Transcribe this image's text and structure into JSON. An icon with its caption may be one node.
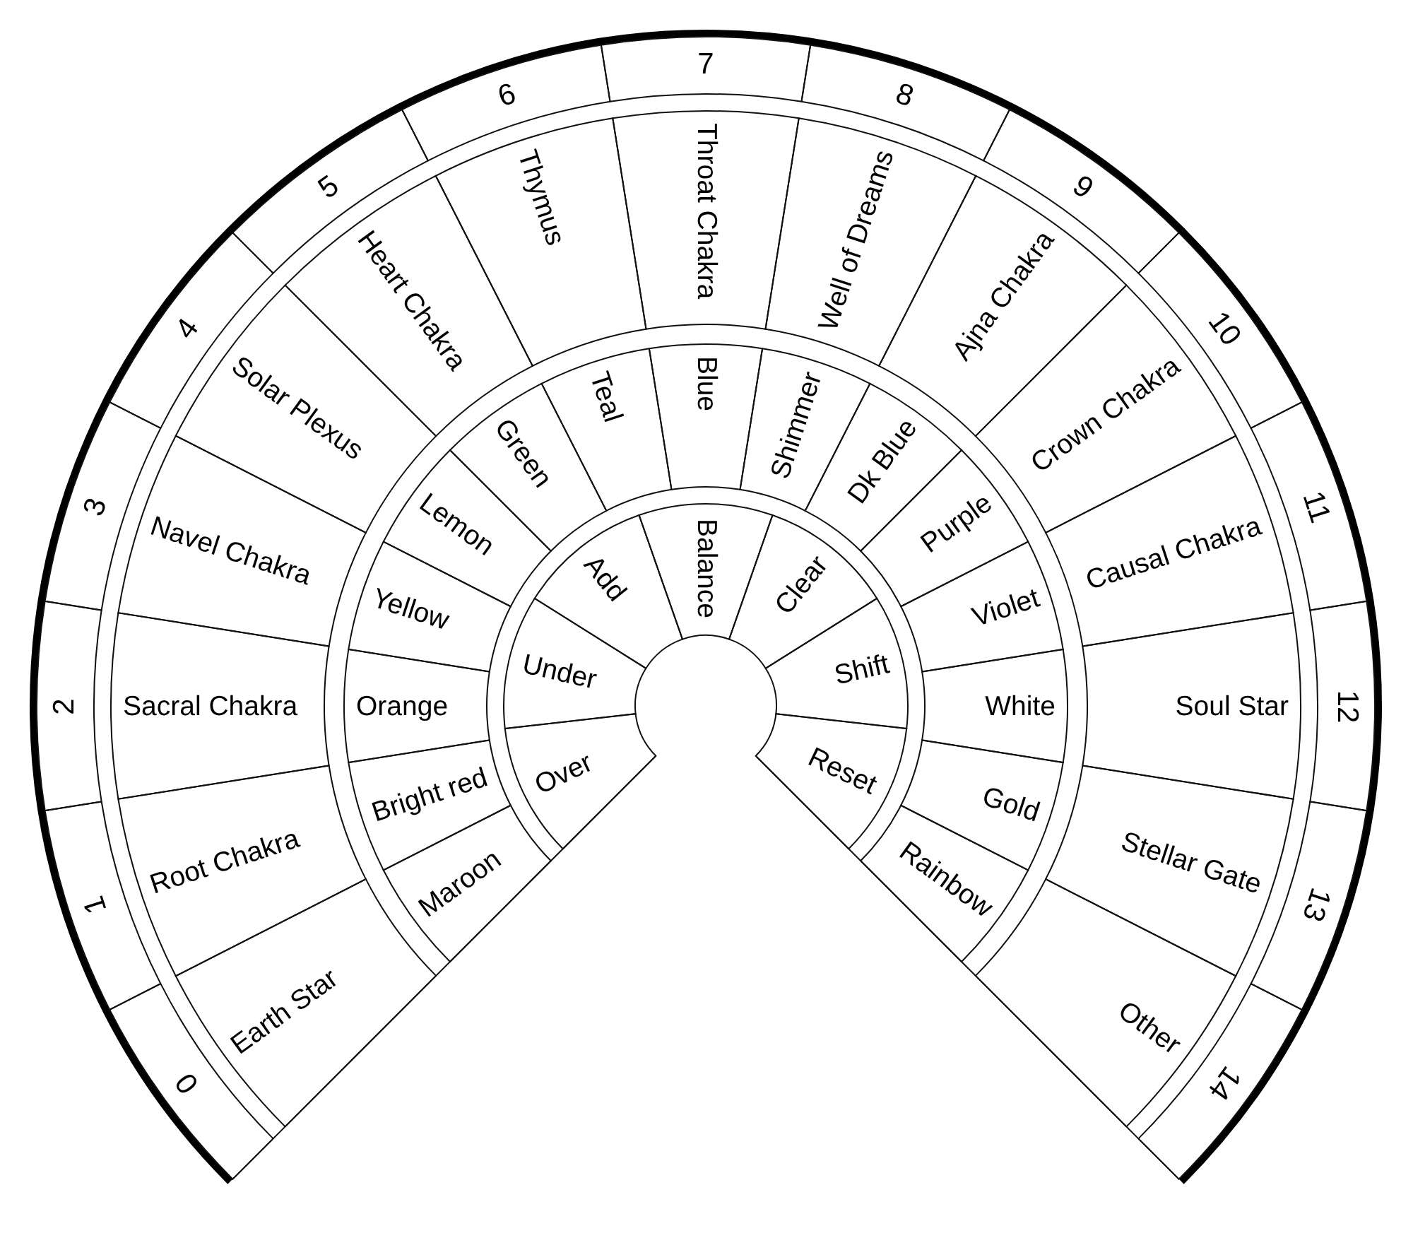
{
  "diagram": {
    "nodes": [
      {
        "text": [
          "0"
        ]
      },
      {
        "text": [
          "1"
        ]
      },
      {
        "text": [
          "2"
        ]
      },
      {
        "text": [
          "3"
        ]
      },
      {
        "text": [
          "4"
        ]
      },
      {
        "text": [
          "5"
        ]
      },
      {
        "text": [
          "6"
        ]
      },
      {
        "text": [
          "7"
        ]
      },
      {
        "text": [
          "8"
        ]
      },
      {
        "text": [
          "9"
        ]
      },
      {
        "text": [
          "10"
        ]
      },
      {
        "text": [
          "11"
        ]
      },
      {
        "text": [
          "12"
        ]
      },
      {
        "text": [
          "13"
        ]
      },
      {
        "text": [
          "14"
        ]
      },
      {
        "text": [
          "Earth Star"
        ]
      },
      {
        "text": [
          "Root Chakra"
        ]
      },
      {
        "text": [
          "Sacral Chakra"
        ]
      },
      {
        "text": [
          "Navel Chakra"
        ]
      },
      {
        "text": [
          "Solar Plexus"
        ]
      },
      {
        "text": [
          "Heart Chakra"
        ]
      },
      {
        "text": [
          "Thymus"
        ]
      },
      {
        "text": [
          "Throat Chakra"
        ]
      },
      {
        "text": [
          "Well of Dreams"
        ]
      },
      {
        "text": [
          "Ajna Chakra"
        ]
      },
      {
        "text": [
          "Crown Chakra"
        ]
      },
      {
        "text": [
          "Causal Chakra"
        ]
      },
      {
        "text": [
          "Soul Star"
        ]
      },
      {
        "text": [
          "Stellar Gate"
        ]
      },
      {
        "text": [
          "Other"
        ]
      },
      {
        "text": [
          "Maroon"
        ]
      },
      {
        "text": [
          "Bright red"
        ]
      },
      {
        "text": [
          "Orange"
        ]
      },
      {
        "text": [
          "Yellow"
        ]
      },
      {
        "text": [
          "Lemon"
        ]
      },
      {
        "text": [
          "Green"
        ]
      },
      {
        "text": [
          "Teal"
        ]
      },
      {
        "text": [
          "Blue"
        ]
      },
      {
        "text": [
          "Shimmer"
        ]
      },
      {
        "text": [
          "Dk Blue"
        ]
      },
      {
        "text": [
          "Purple"
        ]
      },
      {
        "text": [
          "Violet"
        ]
      },
      {
        "text": [
          "White"
        ]
      },
      {
        "text": [
          "Gold"
        ]
      },
      {
        "text": [
          "Rainbow"
        ]
      },
      {
        "text": [
          "Over"
        ]
      },
      {
        "text": [
          "Under"
        ]
      },
      {
        "text": [
          "Add"
        ]
      },
      {
        "text": [
          "Balance"
        ]
      },
      {
        "text": [
          "Clear"
        ]
      },
      {
        "text": [
          "Shift"
        ]
      },
      {
        "text": [
          "Reset"
        ]
      }
    ]
  }
}
